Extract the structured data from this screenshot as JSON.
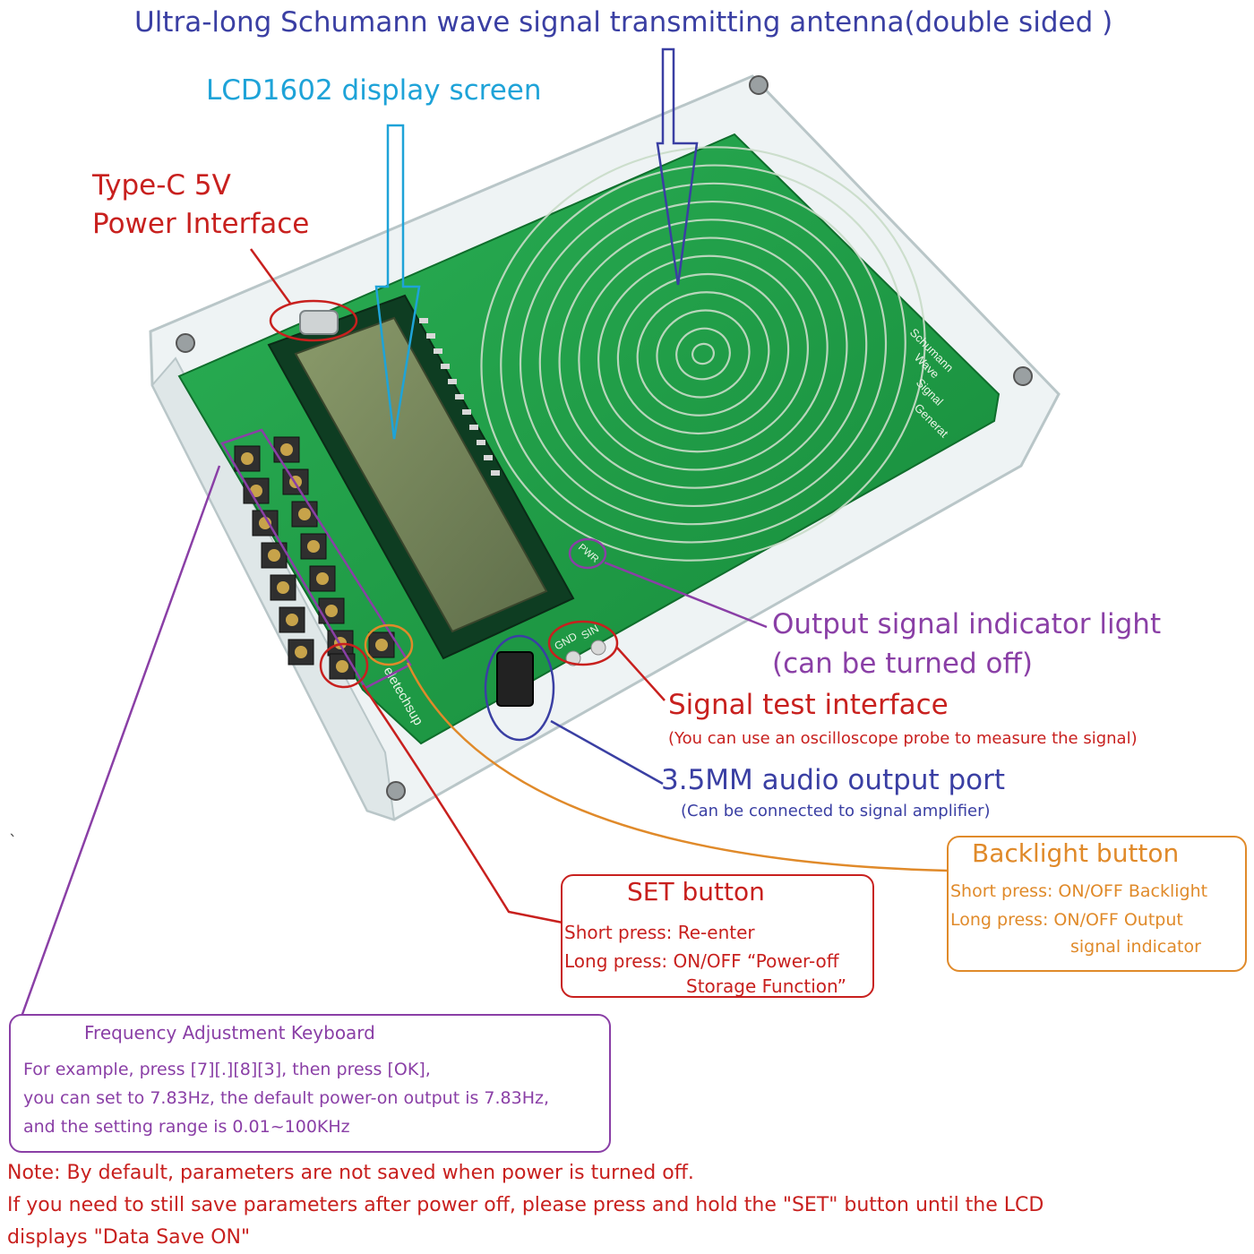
{
  "annotations": {
    "antenna": "Ultra-long Schumann wave signal transmitting antenna(double sided )",
    "lcd": "LCD1602 display screen",
    "power_line1": "Type-C 5V",
    "power_line2": "Power Interface",
    "indicator_line1": "Output signal indicator light",
    "indicator_line2": "(can be turned off)",
    "test_title": "Signal test interface",
    "test_note": "(You can use an oscilloscope probe to measure the signal)",
    "audio_title": "3.5MM audio output port",
    "audio_note": "(Can be connected to signal amplifier)"
  },
  "backlight_box": {
    "title": "Backlight button",
    "line1": "Short press: ON/OFF Backlight",
    "line2": "Long press: ON/OFF Output",
    "line3": "signal indicator"
  },
  "set_box": {
    "title": "SET button",
    "line1": "Short press: Re-enter",
    "line2": "Long press: ON/OFF “Power-off",
    "line3": "Storage Function”"
  },
  "keyboard_box": {
    "title": "Frequency Adjustment Keyboard",
    "line1": "For example, press [7][.][8][3], then press [OK],",
    "line2": "you can set to 7.83Hz, the default power-on output is 7.83Hz,",
    "line3": "and the setting range is 0.01~100KHz"
  },
  "note": {
    "line1": "Note: By default, parameters are not saved when power is turned off.",
    "line2": "If you need to still save parameters after power off, please press and hold the \"SET\" button until the LCD",
    "line3": "displays \"Data Save ON\""
  },
  "board_print": {
    "side_1": "Schumann",
    "side_2": "Wave",
    "side_3": "Signal",
    "side_4": "Generat",
    "brand": "eletechsup",
    "pwr": "PWR",
    "gnd": "GND",
    "sin": "SIN"
  },
  "colors": {
    "antenna_blue": "#3a3fa3",
    "lcd_cyan": "#1ea3d8",
    "red": "#c8201e",
    "purple": "#8a3fa6",
    "orange": "#e08a2a",
    "pcb_green": "#1f9a44"
  }
}
